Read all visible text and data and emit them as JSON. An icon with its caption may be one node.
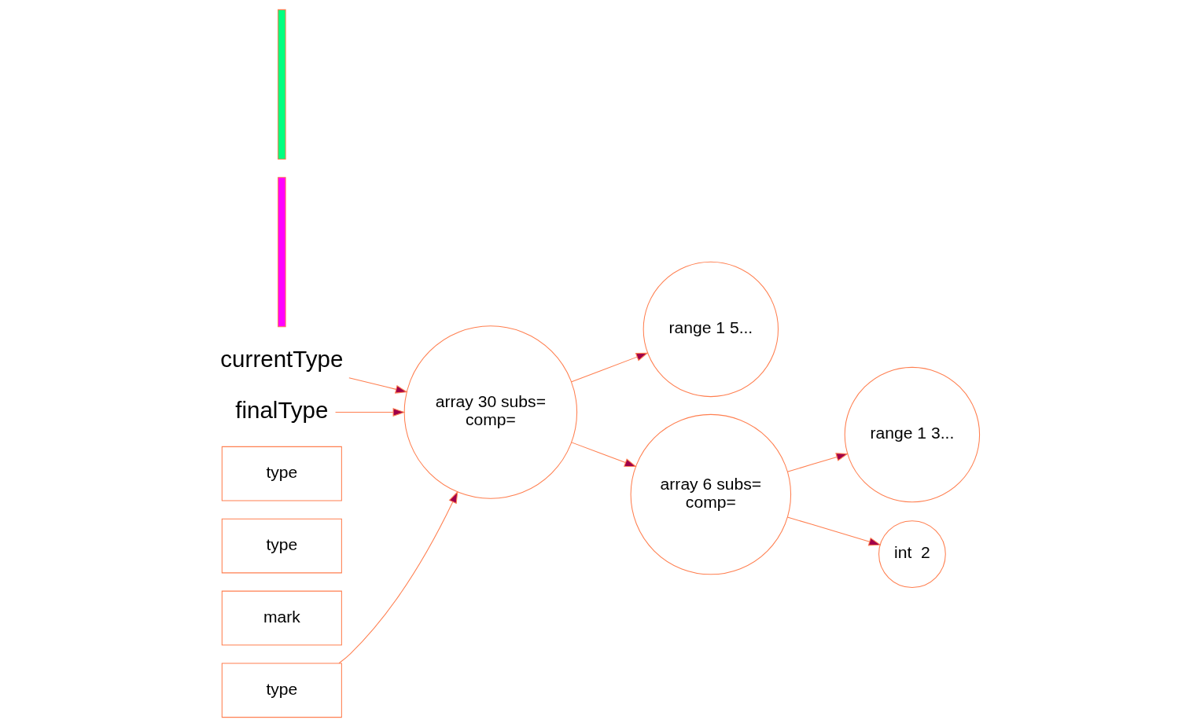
{
  "diagram": {
    "nodes": [
      {
        "text": [
          "currentType"
        ]
      },
      {
        "text": [
          "finalType"
        ]
      },
      {
        "text": [
          "array 30 subs=",
          "comp="
        ]
      },
      {
        "text": [
          "range 1 5..."
        ]
      },
      {
        "text": [
          "array 6 subs=",
          "comp="
        ]
      },
      {
        "text": [
          "range 1 3..."
        ]
      },
      {
        "text": [
          "int  2"
        ]
      },
      {
        "text": [
          "type"
        ]
      },
      {
        "text": [
          "type"
        ]
      },
      {
        "text": [
          "mark"
        ]
      },
      {
        "text": [
          "type"
        ]
      },
      {
        "text": [],
        "shape": "bar"
      },
      {
        "text": [],
        "shape": "bar"
      }
    ],
    "edges": [
      {
        "from": 0,
        "to": 2,
        "arrow": "to"
      },
      {
        "from": 1,
        "to": 2,
        "arrow": "to"
      },
      {
        "from": 2,
        "to": 3,
        "arrow": "to"
      },
      {
        "from": 2,
        "to": 4,
        "arrow": "to"
      },
      {
        "from": 4,
        "to": 5,
        "arrow": "to"
      },
      {
        "from": 4,
        "to": 6,
        "arrow": "to"
      },
      {
        "from": 10,
        "to": 2,
        "arrow": "to"
      }
    ]
  }
}
